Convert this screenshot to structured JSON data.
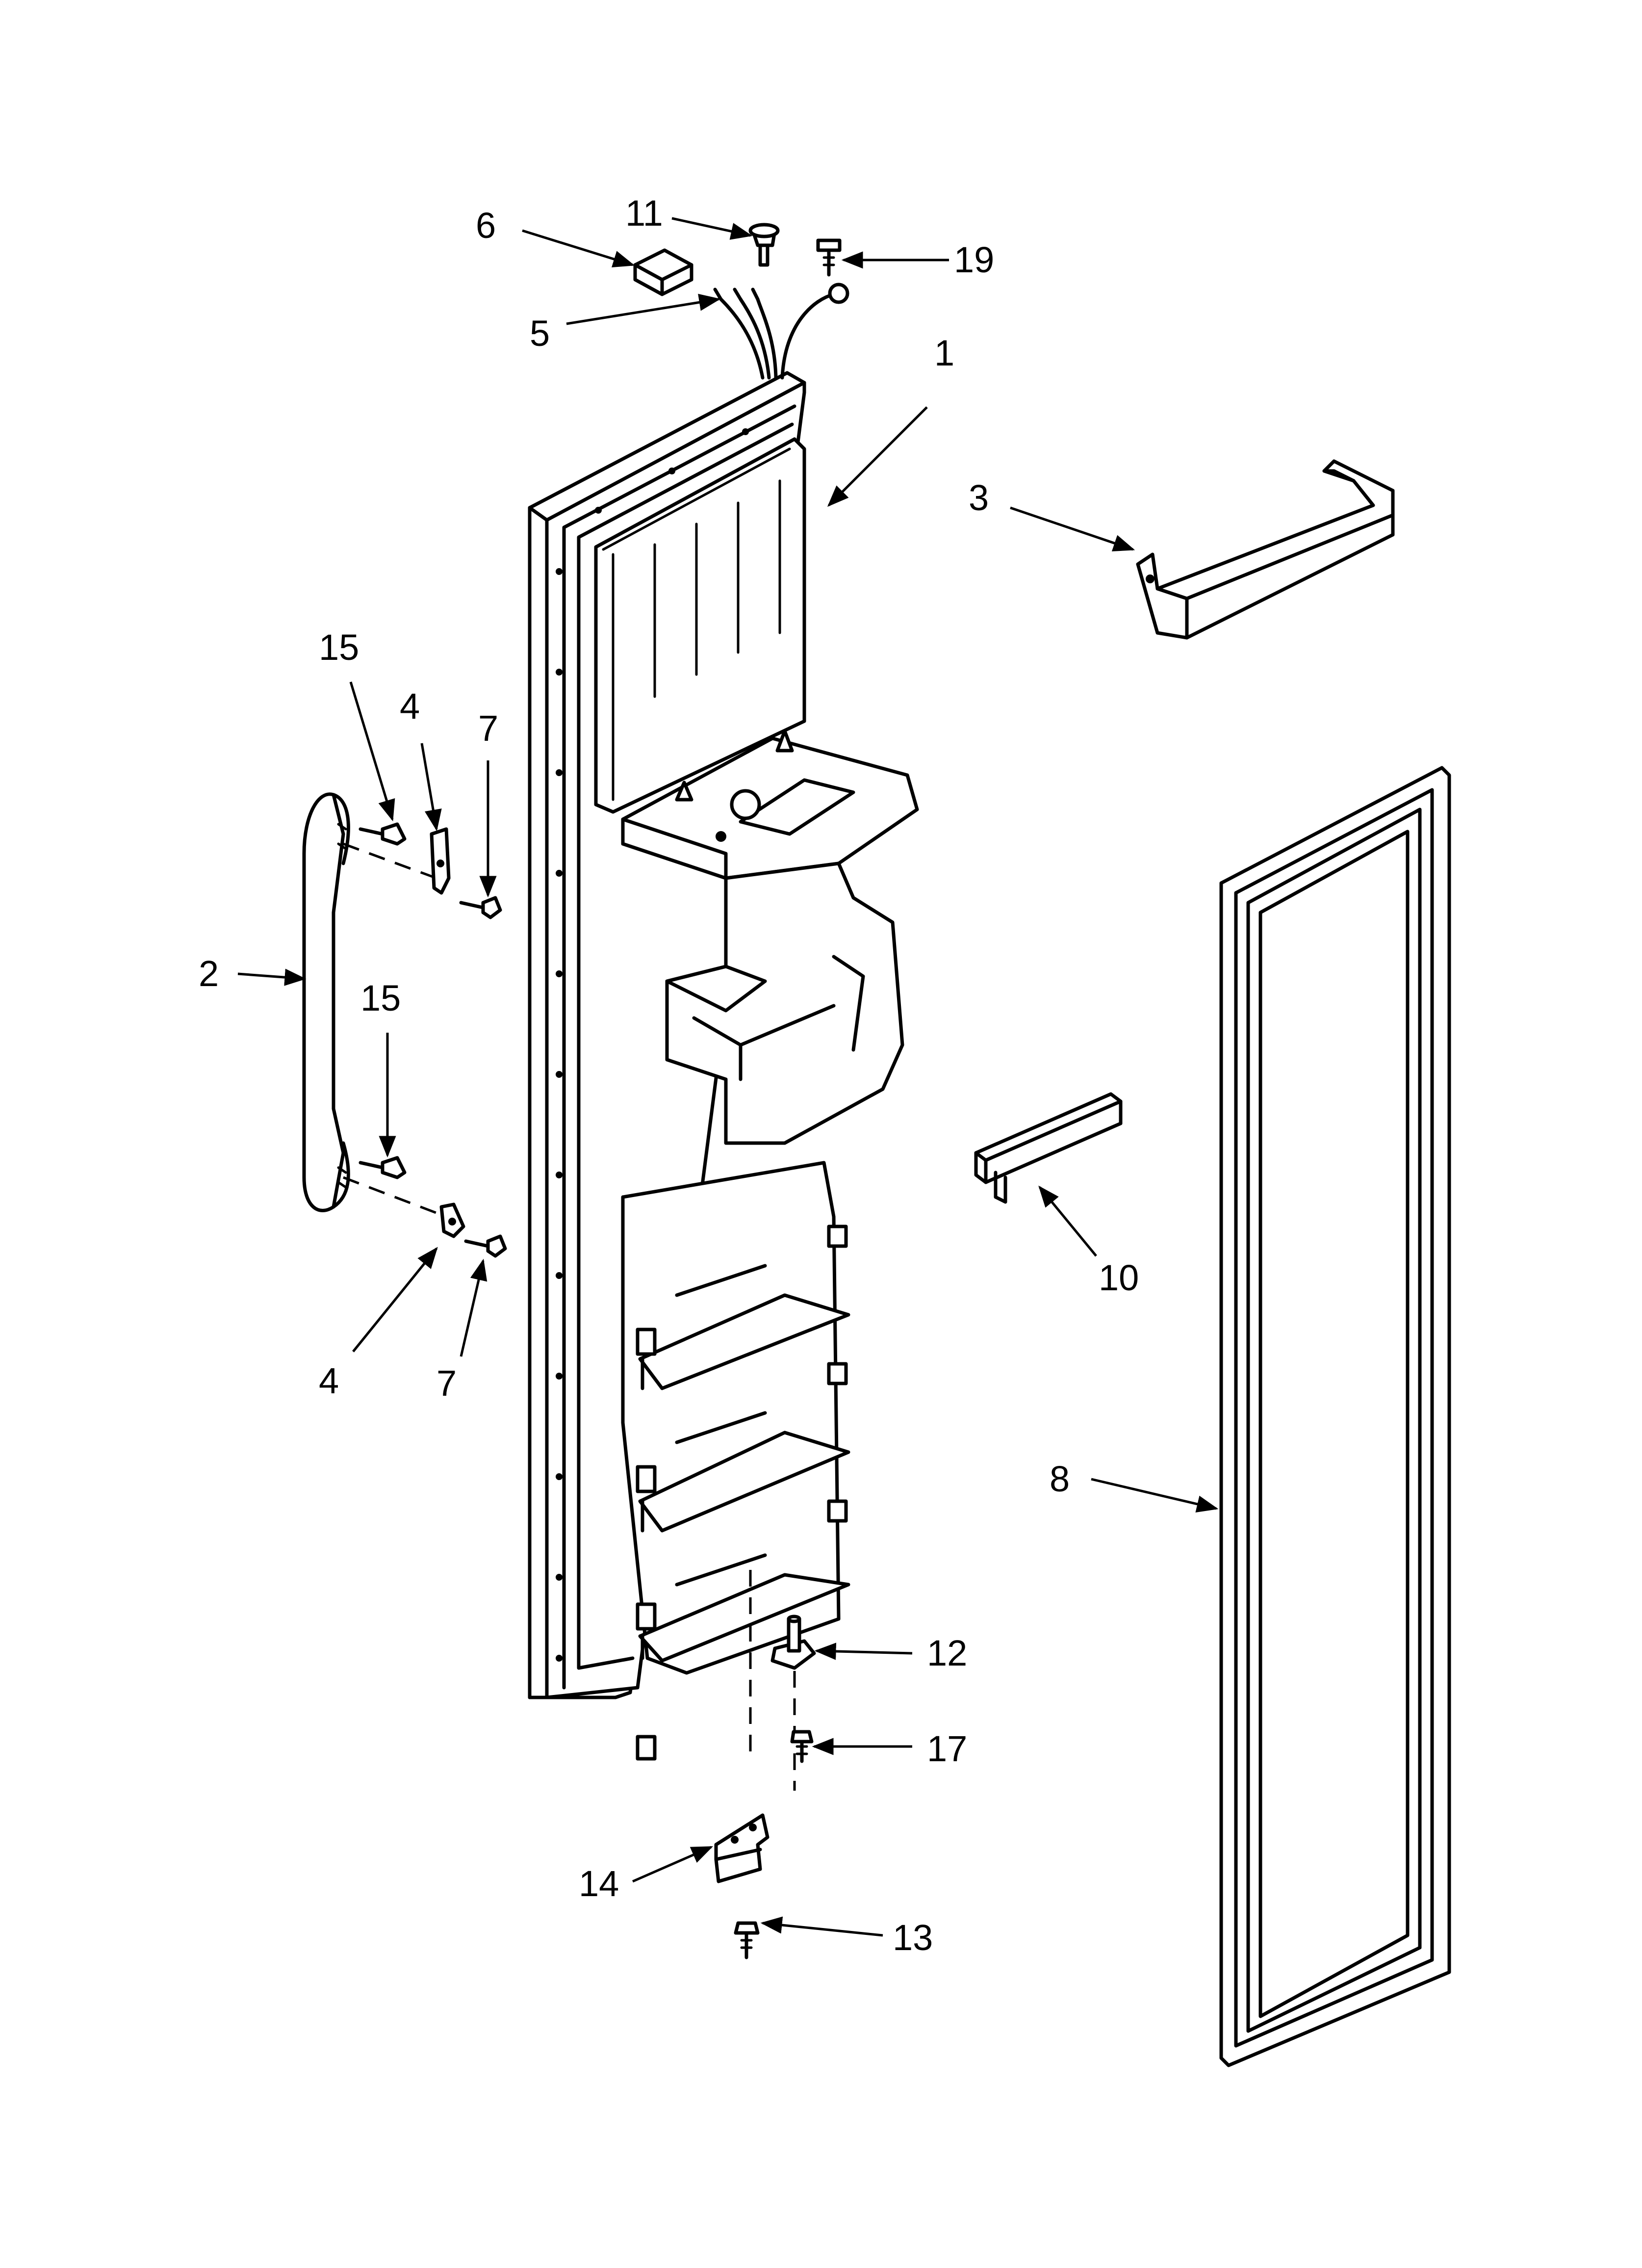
{
  "callouts": {
    "c1": "1",
    "c2": "2",
    "c3": "3",
    "c4a": "4",
    "c4b": "4",
    "c5": "5",
    "c6": "6",
    "c7a": "7",
    "c7b": "7",
    "c8": "8",
    "c10": "10",
    "c11": "11",
    "c12": "12",
    "c13": "13",
    "c14": "14",
    "c15a": "15",
    "c15b": "15",
    "c17": "17",
    "c19": "19"
  }
}
